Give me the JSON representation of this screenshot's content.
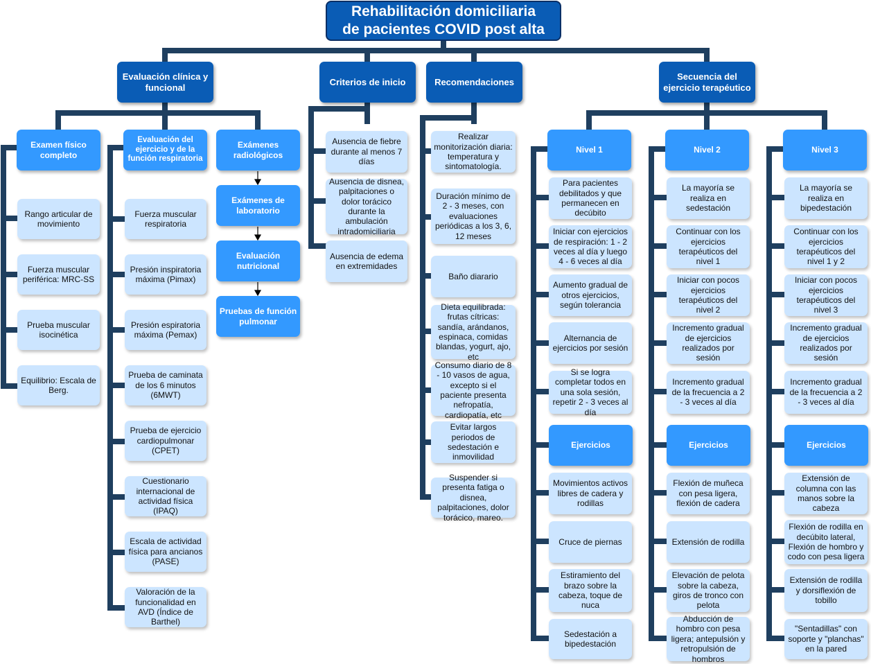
{
  "title": [
    "Rehabilitación domiciliaria",
    "de pacientes COVID post alta"
  ],
  "colors": {
    "title": "#0a5cb5",
    "main": "#0a5cb5",
    "sub": "#3399ff",
    "leaf": "#cce5ff",
    "connector": "#1f3f5f"
  },
  "branches": {
    "evaluacion": {
      "label": "Evaluación clínica y funcional",
      "examen_fisico": {
        "label": "Examen físico completo",
        "items": [
          "Rango articular de movimiento",
          "Fuerza muscular periférica: MRC-SS",
          "Prueba muscular isocinética",
          "Equilibrio: Escala de Berg."
        ]
      },
      "ejercicio_respiratoria": {
        "label": "Evaluación del ejercicio y de la función respiratoria",
        "items": [
          "Fuerza muscular respiratoria",
          "Presión inspiratoria máxima (Pimax)",
          "Presión espiratoria máxima (Pemax)",
          "Prueba de caminata de los 6 minutos (6MWT)",
          "Prueba de ejercicio cardiopulmonar (CPET)",
          "Cuestionario internacional de actividad física (IPAQ)",
          "Escala de actividad física para ancianos (PASE)",
          "Valoración de la funcionalidad en AVD (Índice de Barthel)"
        ]
      },
      "examenes_chain": [
        "Exámenes radiológicos",
        "Exámenes de laboratorio",
        "Evaluación nutricional",
        "Pruebas de función pulmonar"
      ]
    },
    "criterios": {
      "label": "Criterios de inicio",
      "items": [
        "Ausencia de fiebre durante al menos 7 días",
        "Ausencia de disnea, palpitaciones o dolor torácico durante la ambulación intradomiciliaria",
        "Ausencia de edema en extremidades"
      ]
    },
    "recomendaciones": {
      "label": "Recomendaciones",
      "items": [
        "Realizar monitorización diaria: temperatura y sintomatología.",
        "Duración mínimo de 2 - 3 meses, con evaluaciones periódicas a los 3, 6, 12 meses",
        "Baño diarario",
        "Dieta equilibrada: frutas cítricas: sandía, arándanos, espinaca, comidas blandas, yogurt, ajo, etc",
        "Consumo diario de 8 - 10 vasos de agua, excepto si el paciente presenta nefropatía, cardiopatía, etc",
        "Evitar largos periodos de sedestación e inmovilidad",
        "Suspender si presenta fatiga o disnea, palpitaciones, dolor torácico, mareo."
      ]
    },
    "secuencia": {
      "label": "Secuencia del ejercicio terapéutico",
      "niveles": [
        {
          "label": "Nivel 1",
          "items": [
            "Para pacientes debilitados y que permanecen en decúbito",
            "Iniciar con ejercicios de respiración: 1 - 2 veces al día y luego 4 - 6 veces al día",
            "Aumento gradual de otros ejercicios, según tolerancia",
            "Alternancia de ejercicios por sesión",
            "Si se logra completar todos en una sola sesión, repetir 2 - 3 veces al día"
          ],
          "ejercicios_label": "Ejercicios",
          "ejercicios": [
            "Movimientos activos libres de cadera y rodillas",
            "Cruce de piernas",
            "Estiramiento del brazo sobre la cabeza, toque de nuca",
            "Sedestación a bipedestación"
          ]
        },
        {
          "label": "Nivel 2",
          "items": [
            "La mayoría se realiza en sedestación",
            "Continuar con los ejercicios terapéuticos del nivel 1",
            "Iniciar con pocos ejercicios terapéuticos del nivel 2",
            "Incremento gradual de ejercicios realizados por sesión",
            "Incremento gradual de la frecuencia a 2 - 3 veces al día"
          ],
          "ejercicios_label": "Ejercicios",
          "ejercicios": [
            "Flexión de muñeca con pesa ligera, flexión de cadera",
            "Extensión de rodilla",
            "Elevación de pelota sobre la cabeza, giros de tronco con pelota",
            "Abducción de hombro con pesa ligera; antepulsión y retropulsión de hombros"
          ]
        },
        {
          "label": "Nivel 3",
          "items": [
            "La mayoría se realiza en bipedestación",
            "Continuar con los ejercicios terapéuticos del nivel 1 y 2",
            "Iniciar con pocos ejercicios terapéuticos del nivel 3",
            "Incremento gradual de ejercicios realizados por sesión",
            "Incremento gradual de la frecuencia a 2 - 3 veces al día"
          ],
          "ejercicios_label": "Ejercicios",
          "ejercicios": [
            "Extensión de columna con las manos sobre la cabeza",
            "Flexión de rodilla en decúbito lateral, Flexión de hombro y codo con pesa ligera",
            "Extensión de rodilla y dorsiflexión de tobillo",
            "\"Sentadillas\" con soporte y \"planchas\" en la pared"
          ]
        }
      ]
    }
  }
}
